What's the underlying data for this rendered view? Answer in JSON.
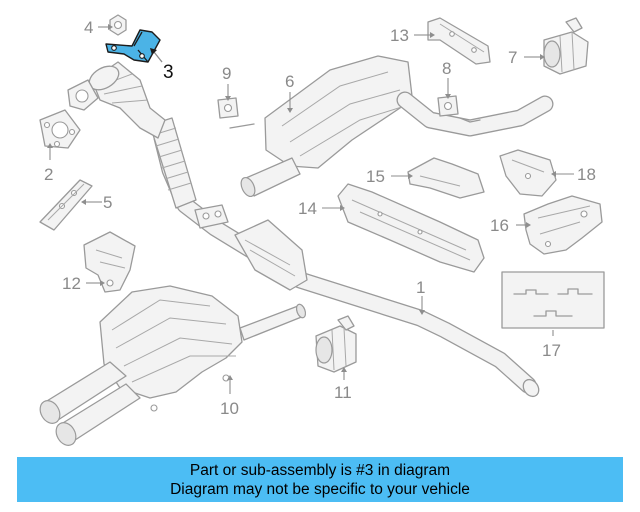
{
  "diagram": {
    "highlighted_part": "3",
    "callouts": {
      "c1": "1",
      "c2": "2",
      "c3": "3",
      "c4": "4",
      "c5": "5",
      "c6": "6",
      "c7": "7",
      "c8": "8",
      "c9": "9",
      "c10": "10",
      "c11": "11",
      "c12": "12",
      "c13": "13",
      "c14": "14",
      "c15": "15",
      "c16": "16",
      "c17": "17",
      "c18": "18"
    }
  },
  "banner": {
    "line1": "Part or sub-assembly is #3 in diagram",
    "line2": "Diagram may not be specific to your vehicle",
    "background": "#4cbdf4"
  },
  "colors": {
    "highlight": "#4bb3e6",
    "line_art": "#9a9a9a"
  }
}
